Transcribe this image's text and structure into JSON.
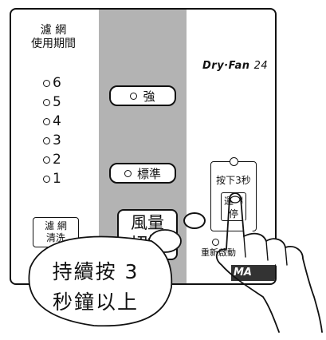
{
  "panel": {
    "filter_life_title": "濾 網\n使用期間",
    "levels": [
      {
        "label": "6"
      },
      {
        "label": "5"
      },
      {
        "label": "4"
      },
      {
        "label": "3"
      },
      {
        "label": "2"
      },
      {
        "label": "1"
      }
    ],
    "filter_clean_label": "濾 網\n清洗",
    "strong_label": "強",
    "standard_label": "標準",
    "fan_switch_label": "風量\n切換",
    "brand_text": "Dry·Fan",
    "brand_number": "24",
    "press3_label": "按下3秒",
    "run_stop_label": "運轉\n停",
    "restart_label": "重新啟動",
    "logo_text": "MA"
  },
  "callout": {
    "text": "持續按 3\n秒鐘以上"
  },
  "icons": {
    "hand": "pointing-hand-icon",
    "indicator": "led-indicator-icon"
  },
  "colors": {
    "panel_border": "#111111",
    "center_strip": "#b3b3b3",
    "background": "#ffffff"
  }
}
